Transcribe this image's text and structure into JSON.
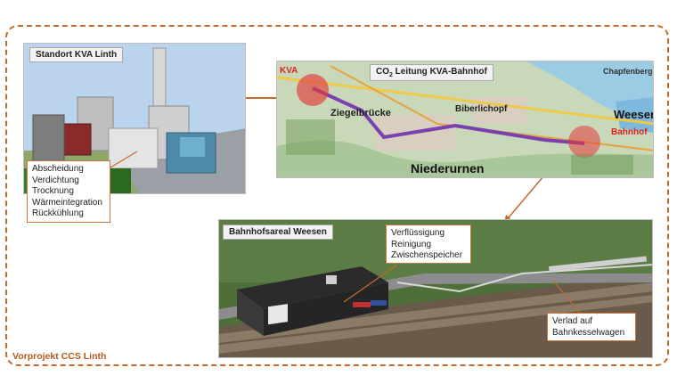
{
  "project_label": "Vorprojekt CCS Linth",
  "site_panel": {
    "title": "Standort KVA Linth",
    "processes": [
      "Abscheidung",
      "Verdichtung",
      "Trocknung",
      "Wärmeintegration",
      "Rückkühlung"
    ]
  },
  "map_panel": {
    "title_prefix": "CO",
    "title_subscript": "2",
    "title_suffix": " Leitung KVA-Bahnhof",
    "labels": {
      "kva": "KVA",
      "kva_box": "KVA",
      "ziegelbrucke": "Ziegelbrücke",
      "niederurnen": "Niederurnen",
      "weesen": "Weesen",
      "bahnhof": "Bahnhof",
      "biberlichopf": "Biberlichopf",
      "chapfenberg": "Chapfenberg"
    }
  },
  "station_panel": {
    "title": "Bahnhofsareal Weesen",
    "processes": [
      "Verflüssigung",
      "Reinigung",
      "Zwischenspeicher"
    ],
    "loading": [
      "Verlad auf",
      "Bahnkesselwagen"
    ]
  },
  "colors": {
    "accent": "#c46a2a",
    "route": "#7a3fb0",
    "marker": "#e23b3b"
  }
}
